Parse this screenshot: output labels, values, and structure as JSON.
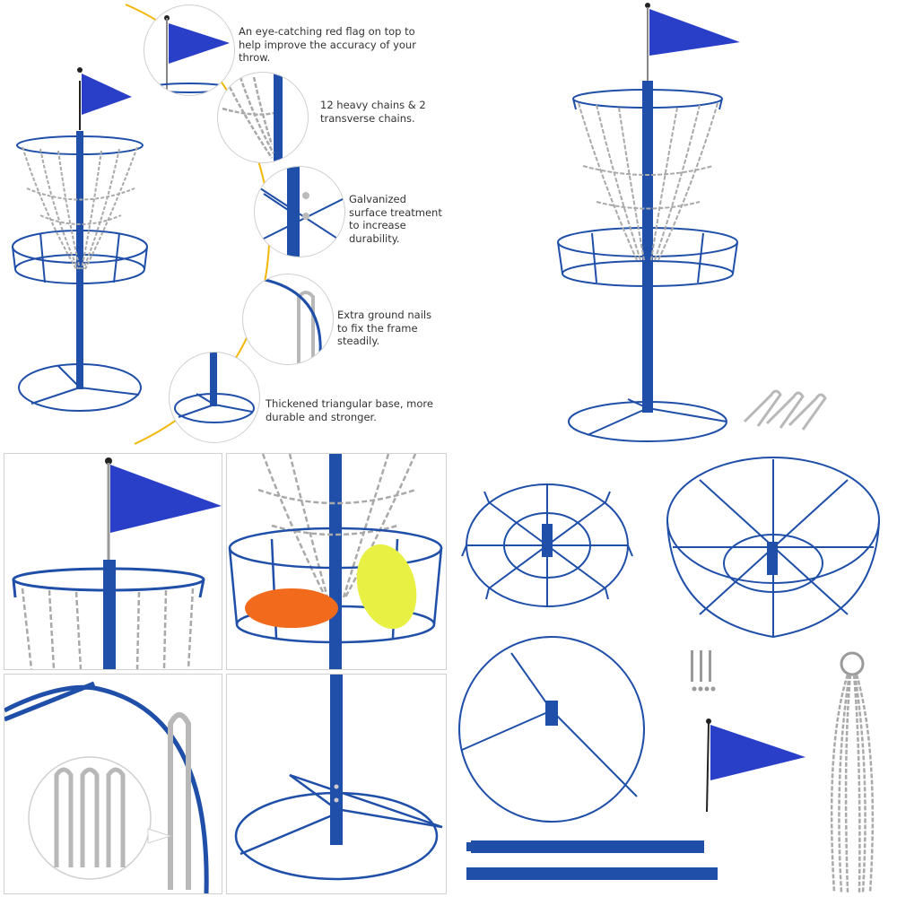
{
  "colors": {
    "frame_blue": "#1f4fa8",
    "flag_blue": "#2a3fc8",
    "chain_gray": "#a9a9a9",
    "accent_yellow": "#f2b705",
    "disc_orange": "#f26a1b",
    "disc_yellow": "#e8f044",
    "panel_border": "#d0d0d0"
  },
  "features": [
    {
      "icon": "flag-detail-icon",
      "text": "An eye-catching red flag on top to help improve the accuracy of your throw."
    },
    {
      "icon": "chains-detail-icon",
      "text": "12 heavy chains & 2 transverse chains."
    },
    {
      "icon": "galvanized-joint-icon",
      "text": "Galvanized surface treatment to increase durability."
    },
    {
      "icon": "ground-nail-icon",
      "text": "Extra ground nails to fix the frame steadily."
    },
    {
      "icon": "triangular-base-icon",
      "text": "Thickened triangular base, more durable and stronger."
    }
  ],
  "panels": [
    {
      "icon": "flag-closeup-icon"
    },
    {
      "icon": "basket-with-discs-icon"
    },
    {
      "icon": "ground-nails-closeup-icon"
    },
    {
      "icon": "base-closeup-icon"
    }
  ],
  "parts": [
    {
      "icon": "chain-holder-ring-icon"
    },
    {
      "icon": "basket-part-icon"
    },
    {
      "icon": "screws-icon"
    },
    {
      "icon": "triangular-base-part-icon"
    },
    {
      "icon": "flag-part-icon"
    },
    {
      "icon": "chain-bundle-icon"
    },
    {
      "icon": "pole-upper-icon"
    },
    {
      "icon": "pole-lower-icon"
    }
  ]
}
